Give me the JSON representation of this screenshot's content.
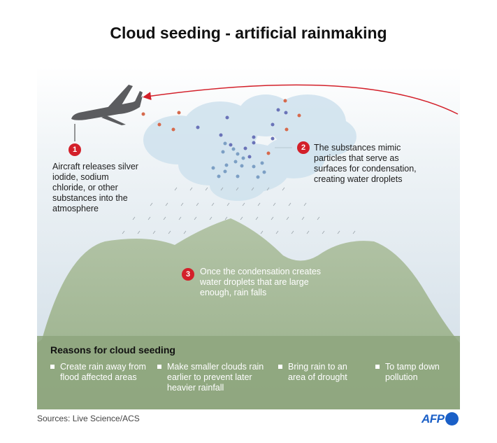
{
  "title": "Cloud seeding - artificial rainmaking",
  "steps": [
    {
      "number": "1",
      "text": "Aircraft releases silver iodide, sodium chloride, or other substances into the atmosphere"
    },
    {
      "number": "2",
      "text": "The substances mimic particles that serve as surfaces for condensation, creating water droplets"
    },
    {
      "number": "3",
      "text": "Once the condensation creates water droplets that are large enough, rain falls"
    }
  ],
  "reasons": {
    "title": "Reasons for cloud seeding",
    "items": [
      "Create rain away from flood affected areas",
      "Make smaller clouds rain earlier to prevent later heavier rainfall",
      "Bring rain to an area of drought",
      "To tamp down pollution"
    ]
  },
  "footer": {
    "source": "Sources: Live Science/ACS",
    "logo": "AFP"
  },
  "colors": {
    "accent": "#d3202a",
    "mountain": "#a8bb9c",
    "band": "#8da57d",
    "afp": "#1a5fc7"
  }
}
